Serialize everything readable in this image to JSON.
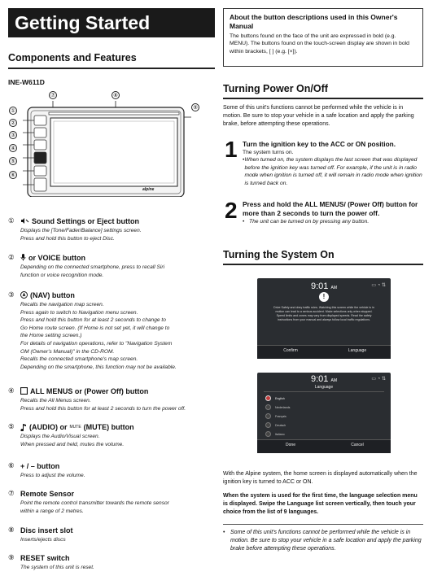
{
  "page_title": "Getting Started",
  "components": {
    "heading": "Components and Features",
    "model": "INE-W611D",
    "callouts": [
      "①",
      "②",
      "③",
      "④",
      "⑤",
      "⑥",
      "⑦",
      "⑧",
      "⑨"
    ],
    "unit_logo": "alpine",
    "items": [
      {
        "num": "①",
        "title": "Sound Settings or Eject button",
        "desc": [
          "Displays the [Tone/Fader/Balance] settings screen.",
          "Press and hold this button to eject Disc."
        ]
      },
      {
        "num": "②",
        "title": "or VOICE button",
        "desc": [
          "Depending on the connected smartphone, press to recall Siri",
          "function or voice recognition mode."
        ]
      },
      {
        "num": "③",
        "title": "(NAV) button",
        "desc": [
          "Recalls the navigation map screen.",
          "Press again to switch to Navigation menu screen.",
          "Press and hold this button for at least 2 seconds to change to",
          "Go Home route screen. (If Home is not set yet, it will change to",
          "the Home setting screen.)",
          "For details of navigation operations, refer to \"Navigation System",
          "OM (Owner's Manual)\" in the CD-ROM.",
          "Recalls the connected smartphone's map screen.",
          "Depending on the smartphone, this function may not be available."
        ]
      },
      {
        "num": "④",
        "title": "ALL MENUS or (Power Off) button",
        "desc": [
          "Recalls the All Menus screen.",
          "Press and hold this button for at least 2 seconds to turn the power off."
        ]
      },
      {
        "num": "⑤",
        "title": "(AUDIO) or",
        "title2": "(MUTE) button",
        "mute_text": "MUTE",
        "desc": [
          "Displays the Audio/Visual screen.",
          "When pressed and held, mutes the volume."
        ]
      },
      {
        "num": "⑥",
        "title": "+ / – button",
        "desc": [
          "Press to adjust the volume."
        ]
      },
      {
        "num": "⑦",
        "title": "Remote Sensor",
        "desc": [
          "Point the remote control transmitter towards the remote sensor",
          "within a range of 2 metres."
        ]
      },
      {
        "num": "⑧",
        "title": "Disc insert slot",
        "desc": [
          "Inserts/ejects discs"
        ]
      },
      {
        "num": "⑨",
        "title": "RESET switch",
        "desc": [
          "The system of this unit is reset."
        ]
      }
    ]
  },
  "note_box": {
    "title": "About the button descriptions used in this Owner's Manual",
    "body": "The buttons found on the face of the unit are expressed in bold (e.g. MENU). The buttons found on the touch-screen display are shown in bold within brackets, [ ] (e.g. [×])."
  },
  "power": {
    "heading": "Turning Power On/Off",
    "intro": "Some of this unit's functions cannot be performed while the vehicle is in motion. Be sure to stop your vehicle in a safe location and apply the parking brake, before attempting these operations.",
    "steps": [
      {
        "num": "1",
        "title": "Turn the ignition key to the ACC or ON position.",
        "sub": "The system turns on.",
        "bullet": "When turned on, the system displays the last screen that was displayed before the ignition key was turned off. For example, if the unit is in radio mode when ignition is turned off, it will remain in radio mode when ignition is turned back on."
      },
      {
        "num": "2",
        "title": "Press and hold the ALL MENUS/ (Power Off) button for more than 2 seconds to turn the power off.",
        "sub": "",
        "bullet": "The unit can be turned on by pressing any button."
      }
    ]
  },
  "system_on": {
    "heading": "Turning the System On",
    "screen1": {
      "time": "9:01",
      "ampm": "AM",
      "warning": "Drive Safely and obey traffic rules. Watching this screen while the vehicle is in motion can lead to a serious accident. Make selections only when stopped. Speed limits and zones may vary from displayed speeds. Read the safety instructions from your manual and always follow local traffic regulations.",
      "confirm": "Confirm",
      "language": "Language"
    },
    "screen2": {
      "time": "9:01",
      "ampm": "AM",
      "title": "Language",
      "options": [
        "English",
        "Nederlands",
        "Français",
        "Deutsch",
        "Italiano"
      ],
      "done": "Done",
      "cancel": "Cancel"
    },
    "text1": "With the Alpine system, the home screen is displayed automatically when the ignition key is turned to ACC or ON.",
    "text2": "When the system is used for the first time, the language selection menu is displayed. Swipe the Language list screen vertically, then touch your choice from the list of 9 languages.",
    "note": "Some of this unit's functions cannot be performed while the vehicle is in motion. Be sure to stop your vehicle in a safe location and apply the parking brake before attempting these operations."
  },
  "colors": {
    "dark": "#1a1a1a",
    "screen_bg": "#2a2d31",
    "screen_accent": "#c23b3b"
  }
}
